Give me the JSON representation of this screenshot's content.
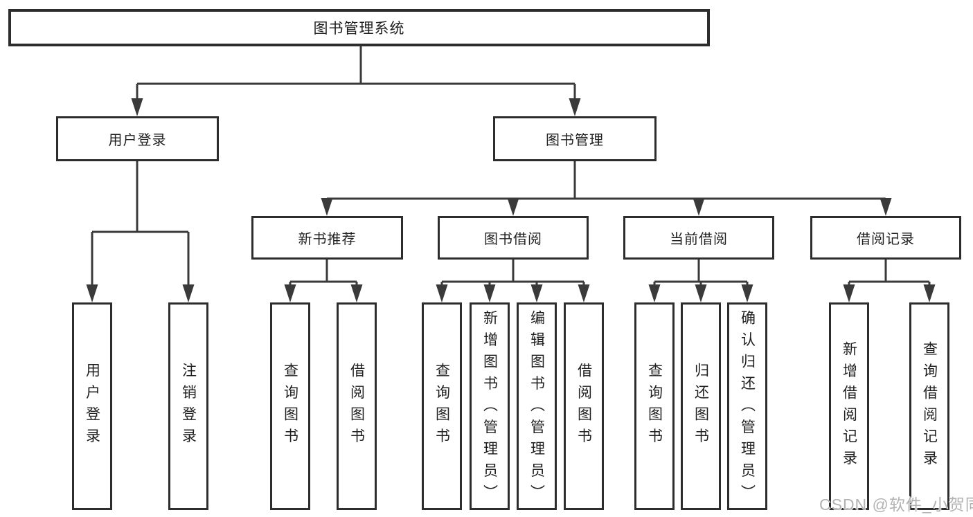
{
  "diagram": {
    "root": {
      "label": "图书管理系统"
    },
    "level2": [
      {
        "label": "用户登录",
        "children": [
          {
            "label": "用户登录"
          },
          {
            "label": "注销登录"
          }
        ]
      },
      {
        "label": "图书管理",
        "children": [
          {
            "label": "新书推荐",
            "children": [
              {
                "label": "查询图书"
              },
              {
                "label": "借阅图书"
              }
            ]
          },
          {
            "label": "图书借阅",
            "children": [
              {
                "label": "查询图书"
              },
              {
                "label": "新增图书（管理员）"
              },
              {
                "label": "编辑图书（管理员）"
              },
              {
                "label": "借阅图书"
              }
            ]
          },
          {
            "label": "当前借阅",
            "children": [
              {
                "label": "查询图书"
              },
              {
                "label": "归还图书"
              },
              {
                "label": "确认归还（管理员）"
              }
            ]
          },
          {
            "label": "借阅记录",
            "children": [
              {
                "label": "新增借阅记录"
              },
              {
                "label": "查询借阅记录"
              }
            ]
          }
        ]
      }
    ]
  },
  "watermark": {
    "text": "CSDN @软件_小贺同学"
  },
  "colors": {
    "line": "#3a3a3a",
    "box_border": "#2d2d2d",
    "text": "#1f1f1f",
    "background": "#ffffff",
    "watermark": "#b2b2b2"
  }
}
